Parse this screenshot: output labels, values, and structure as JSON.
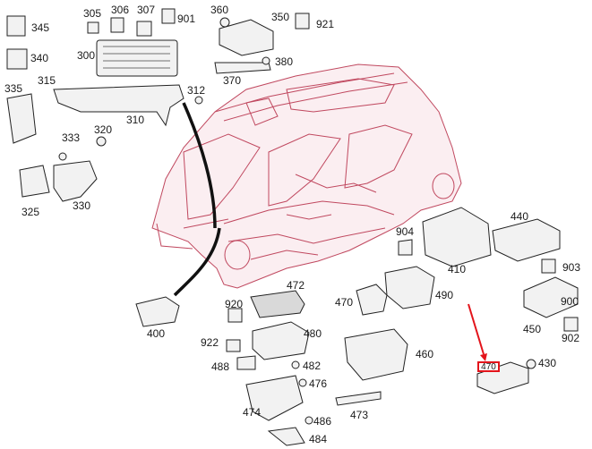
{
  "colors": {
    "vehicle_body": "#c0485f",
    "highlight": "#e3141b",
    "label_text": "#1a1a1a",
    "part_outline": "#222222"
  },
  "highlighted_part": "470",
  "labels": {
    "p300": "300",
    "p305": "305",
    "p306": "306",
    "p307": "307",
    "p901": "901",
    "p345": "345",
    "p340": "340",
    "p335": "335",
    "p315": "315",
    "p310": "310",
    "p312": "312",
    "p320": "320",
    "p333": "333",
    "p325": "325",
    "p330": "330",
    "p360": "360",
    "p350": "350",
    "p921": "921",
    "p380": "380",
    "p370": "370",
    "p440": "440",
    "p904": "904",
    "p410": "410",
    "p903": "903",
    "p472": "472",
    "p470": "470",
    "p490": "490",
    "p900": "900",
    "p902": "902",
    "p450": "450",
    "p400": "400",
    "p920": "920",
    "p922": "922",
    "p480": "480",
    "p460": "460",
    "p488": "488",
    "p482": "482",
    "p476": "476",
    "p474": "474",
    "p473": "473",
    "p486": "486",
    "p484": "484",
    "p430": "430",
    "p470_highlight": "470"
  }
}
